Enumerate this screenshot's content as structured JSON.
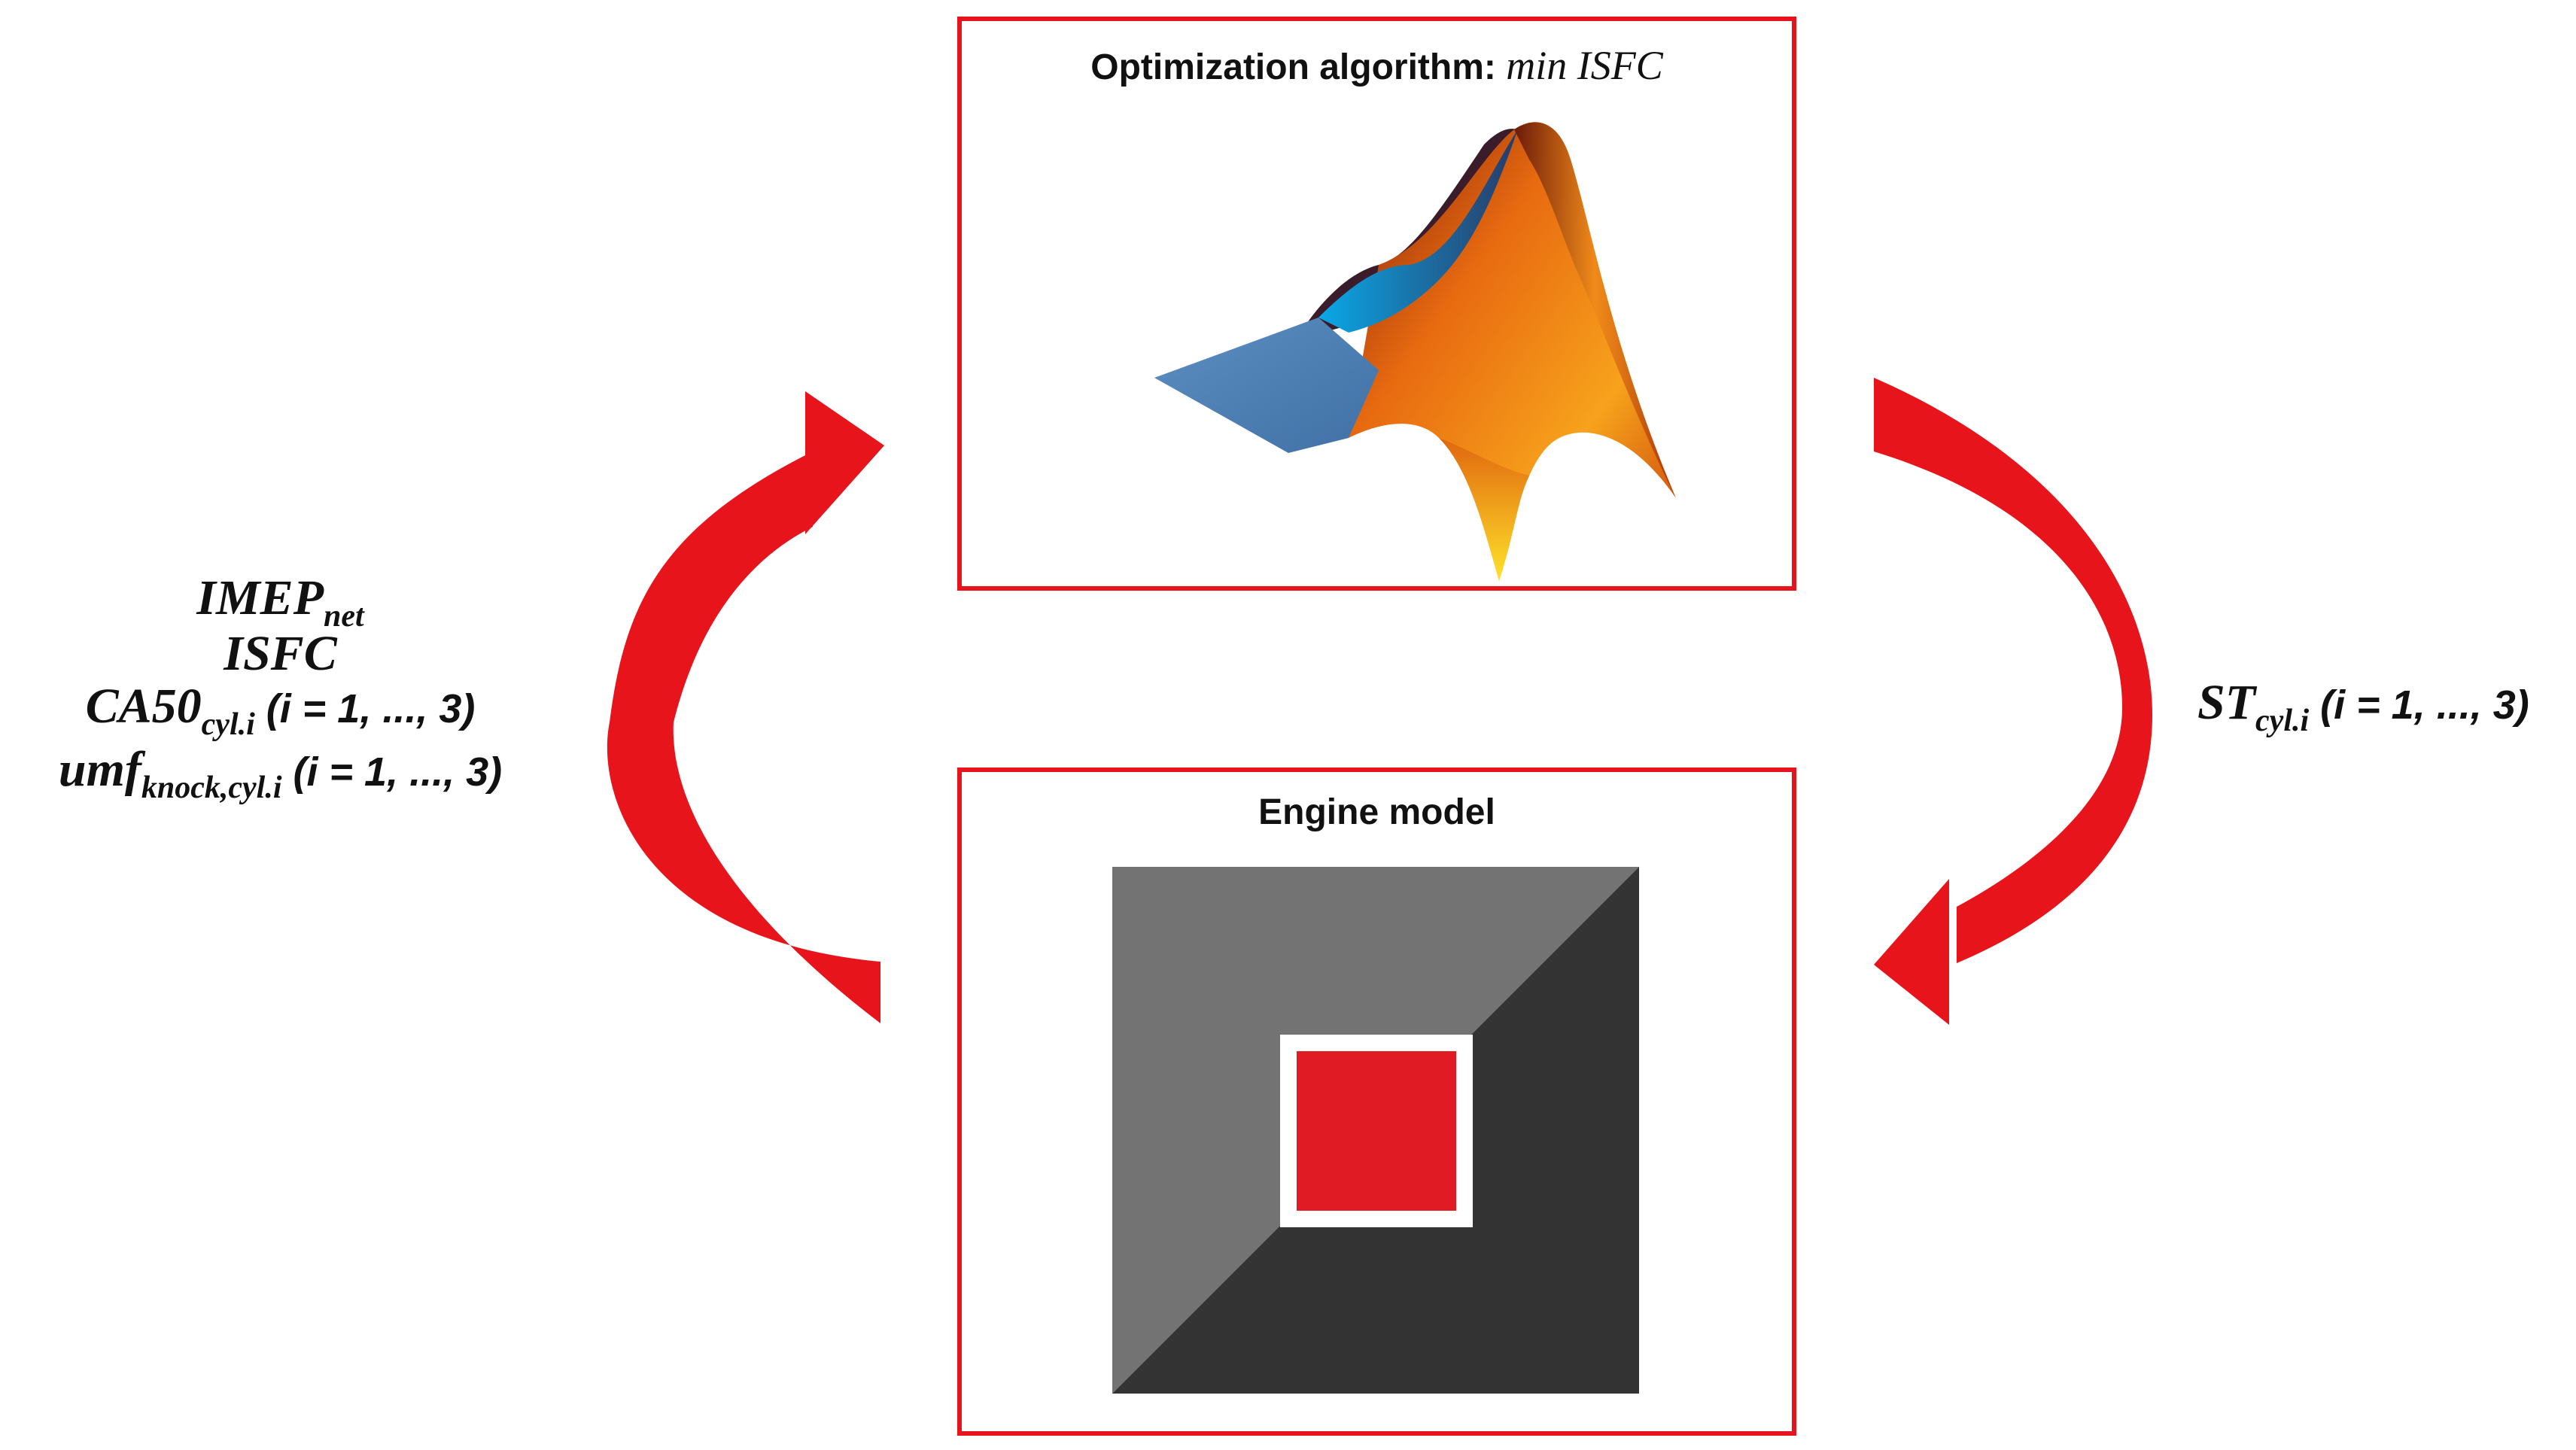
{
  "top_box": {
    "title_prefix": "Optimization algorithm: ",
    "title_math": "min ISFC",
    "logo_icon": "matlab-membrane-logo-icon"
  },
  "bottom_box": {
    "title": "Engine model",
    "logo_icon": "engine-model-square-logo-icon"
  },
  "left_labels": {
    "l1_main": "IMEP",
    "l1_sub": "net",
    "l2_main": "ISFC",
    "l3_main": "CA50",
    "l3_sub": "cyl.i",
    "l3_tail": " (i = 1, ..., 3)",
    "l4_main": "umf",
    "l4_sub": "knock,cyl.i",
    "l4_tail": " (i = 1, ..., 3)"
  },
  "right_label": {
    "main": "ST",
    "sub": "cyl.i",
    "tail": " (i = 1, ..., 3)"
  },
  "colors": {
    "box_border": "#e8141c",
    "arrow": "#e8141c",
    "engine_light": "#737373",
    "engine_dark": "#333333",
    "engine_center": "#e01b24"
  }
}
